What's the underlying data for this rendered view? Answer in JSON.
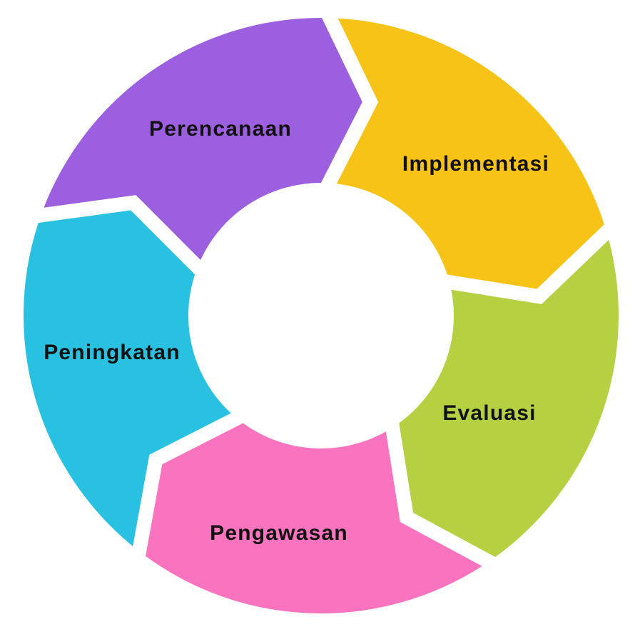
{
  "diagram": {
    "type": "cycle",
    "stages": [
      {
        "label": "Perencanaan",
        "color": "#9C5FE0"
      },
      {
        "label": "Implementasi",
        "color": "#F7C316"
      },
      {
        "label": "Evaluasi",
        "color": "#B5D142"
      },
      {
        "label": "Pengawasan",
        "color": "#FA73BE"
      },
      {
        "label": "Peningkatan",
        "color": "#29C1E1"
      }
    ]
  }
}
